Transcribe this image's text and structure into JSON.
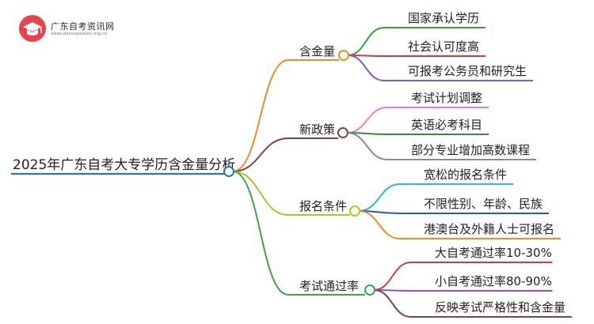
{
  "logo": {
    "title": "广东自考资讯网",
    "subtitle": "zikao.danluwaixian.org.cn"
  },
  "mindmap": {
    "root": "2025年广东自考大专学历含金量分析",
    "branches": [
      {
        "label": "含金量",
        "color": "#f38b1f",
        "children": [
          {
            "label": "国家承认学历",
            "color": "#2fa33d"
          },
          {
            "label": "社会认可度高",
            "color": "#d63a3a"
          },
          {
            "label": "可报考公务员和研究生",
            "color": "#8a55c4"
          }
        ]
      },
      {
        "label": "新政策",
        "color": "#7a4b3c",
        "children": [
          {
            "label": "考试计划调整",
            "color": "#e47fc9"
          },
          {
            "label": "英语必考科目",
            "color": "#3a8a3a"
          },
          {
            "label": "部分专业增加高数课程",
            "color": "#8c8c8c"
          }
        ]
      },
      {
        "label": "报名条件",
        "color": "#b5c12a",
        "children": [
          {
            "label": "宽松的报名条件",
            "color": "#2cb8d8"
          },
          {
            "label": "不限性别、年龄、民族",
            "color": "#1f5fb8"
          },
          {
            "label": "港澳台及外籍人士可报名",
            "color": "#f38b1f"
          }
        ]
      },
      {
        "label": "考试通过率",
        "color": "#3aa84a",
        "children": [
          {
            "label": "大自考通过率10-30%",
            "color": "#d63a3a"
          },
          {
            "label": "小自考通过率80-90%",
            "color": "#8a55c4"
          },
          {
            "label": "反映考试严格性和含金量",
            "color": "#7a4b3c"
          }
        ]
      }
    ]
  }
}
